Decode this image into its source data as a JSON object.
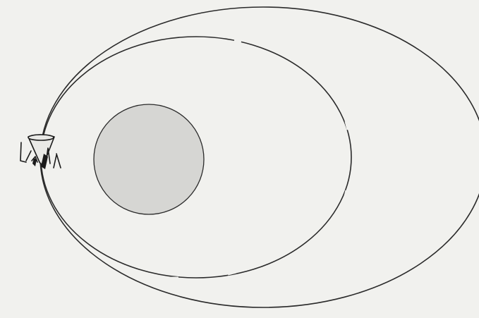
{
  "diagram": {
    "elements": [
      {
        "id": "planet",
        "kind": "filled-circle",
        "fill": "#d6d6d3"
      },
      {
        "id": "inner-orbit",
        "kind": "ellipse",
        "style": "solid with small gaps"
      },
      {
        "id": "outer-orbit",
        "kind": "ellipse",
        "style": "solid"
      },
      {
        "id": "spacecraft",
        "kind": "conical capsule with thrust marks",
        "icon": "spacecraft-icon"
      }
    ],
    "colors": {
      "background": "#f1f1ee",
      "line": "#2a2a2a",
      "planet": "#d6d6d3"
    }
  }
}
